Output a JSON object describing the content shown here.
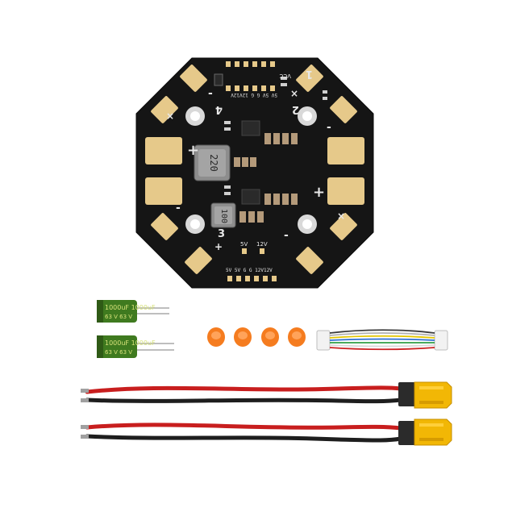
{
  "colors": {
    "background": "#ffffff",
    "pcb": "#151515",
    "pad_gold": "#e6c98a",
    "capacitor_green": "#3f7a1f",
    "capacitor_text": "#c9d86a",
    "wire_red": "#c81e1e",
    "wire_black": "#1e1e1e",
    "connector_yellow": "#f2b705",
    "grommet_orange": "#f57c1f"
  },
  "board": {
    "motor_numbers": [
      "1",
      "2",
      "3",
      "4"
    ],
    "polarity_plus": "+",
    "polarity_minus": "-",
    "inductor_top_label": "220",
    "inductor_bottom_label": "100",
    "output_top_label": "5V  5V  G  G  12V12V",
    "output_bottom_label": "5V  5V  G  G  12V12V",
    "vcc_label": "VCC",
    "mid_label_5v": "5V",
    "mid_label_12v": "12V",
    "pin_labels_top": "+ - 1 2 3 4"
  },
  "capacitors": {
    "label_line1": "1000uF 1000uF",
    "label_line2": "63   V   63   V",
    "items": [
      {
        "id": "cap-1"
      },
      {
        "id": "cap-2"
      }
    ]
  },
  "accessories": {
    "grommet_count": 4,
    "cable_description": "JST-SH cable"
  },
  "power_leads": {
    "count": 2,
    "connector_type": "XT60"
  }
}
